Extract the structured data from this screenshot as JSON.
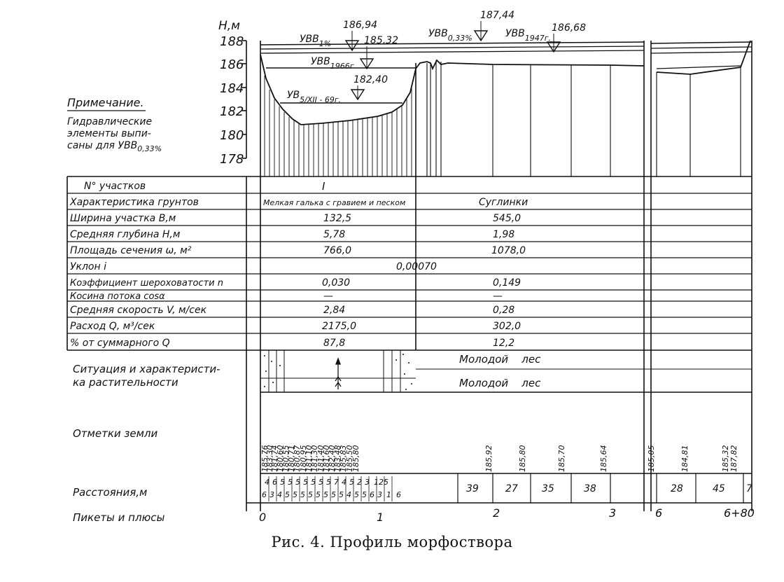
{
  "axis": {
    "unit": "H,м",
    "ticks": [
      "188",
      "186",
      "184",
      "182",
      "180",
      "178"
    ]
  },
  "note": {
    "title": "Примечание.",
    "lines": [
      "Гидравлические",
      "элементы выпи-",
      "саны для УВВ"
    ],
    "sub": "0,33%"
  },
  "water_levels": [
    {
      "label": "УВВ",
      "sub": "1%",
      "value": "186,94"
    },
    {
      "label": "УВВ",
      "sub": "1966г",
      "value": "185,32"
    },
    {
      "label": "УВ",
      "sub": "5/XII - 69г.",
      "value": "182,40"
    },
    {
      "label": "УВВ",
      "sub": "0,33%",
      "value": "187,44"
    },
    {
      "label": "УВВ",
      "sub": "1947г.",
      "value": "186,68"
    }
  ],
  "table": {
    "rows": [
      {
        "label": "N° участков",
        "c1": "I",
        "c2": ""
      },
      {
        "label": "Характеристика грунтов",
        "c1": "Мелкая галька с гравием и песком",
        "c2": "Суглинки"
      },
      {
        "label": "Ширина участка  B,м",
        "c1": "132,5",
        "c2": "545,0"
      },
      {
        "label": "Средняя глубина  H,м",
        "c1": "5,78",
        "c2": "1,98"
      },
      {
        "label": "Площадь сечения  ω, м²",
        "c1": "766,0",
        "c2": "1078,0"
      },
      {
        "label": "Уклон  i",
        "c1": "",
        "c2": "",
        "span": "0,00070"
      },
      {
        "label": "Коэффициент шероховатости  n",
        "c1": "0,030",
        "c2": "0,149"
      },
      {
        "label": "Косина потока   cosα",
        "c1": "—",
        "c2": "—"
      },
      {
        "label": "Средняя скорость  V, м/сек",
        "c1": "2,84",
        "c2": "0,28"
      },
      {
        "label": "Расход  Q, м³/сек",
        "c1": "2175,0",
        "c2": "302,0"
      },
      {
        "label": "% от суммарного  Q",
        "c1": "87,8",
        "c2": "12,2"
      }
    ],
    "situation_label": [
      "Ситуация и характеристи-",
      "ка растительности"
    ],
    "forest": [
      "Молодой    лес",
      "Молодой    лес"
    ],
    "elevations_label": "Отметки земли",
    "distances_label": "Расстояния,м",
    "pickets_label": "Пикеты и плюсы"
  },
  "elevations": [
    "185,76",
    "183,30",
    "181,74",
    "180,60",
    "180,55",
    "180,71",
    "180,87",
    "180,95",
    "181,10",
    "181,30",
    "181,40",
    "181,60",
    "182,40",
    "183,48",
    "185,83",
    "185,50",
    "185,80",
    "185,92",
    "185,80",
    "185,70",
    "185,64",
    "185,05",
    "184,81",
    "185,32",
    "187,82"
  ],
  "distances_top": [
    "4",
    "6",
    "5",
    "5",
    "5",
    "5",
    "5",
    "5",
    "5",
    "7",
    "4",
    "5",
    "2",
    "3",
    "12",
    "5"
  ],
  "distances_bottom": [
    "6",
    "3",
    "4",
    "5",
    "5",
    "5",
    "5",
    "5",
    "5",
    "5",
    "5",
    "4",
    "5",
    "5",
    "6",
    "3",
    "1",
    "6"
  ],
  "distances_main": [
    "39",
    "27",
    "35",
    "38",
    "28",
    "45",
    "7"
  ],
  "pickets": [
    "0",
    "1",
    "2",
    "3",
    "6",
    "6+80"
  ],
  "caption": "Рис. 4. Профиль морфоствора"
}
